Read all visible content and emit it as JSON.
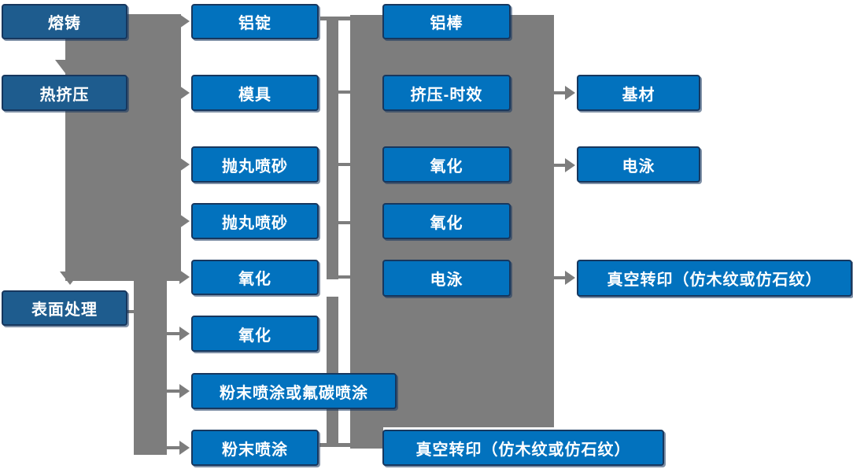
{
  "flowchart": {
    "col1": {
      "melting": "熔铸",
      "hot_extrusion": "热挤压",
      "surface_treatment": "表面处理"
    },
    "col2": {
      "aluminum_ingot": "铝锭",
      "mold": "模具",
      "shot_blasting_1": "抛丸喷砂",
      "shot_blasting_2": "抛丸喷砂",
      "oxidation_1": "氧化",
      "oxidation_2": "氧化",
      "powder_or_fluorocarbon_spraying": "粉末喷涂或氟碳喷涂",
      "powder_spraying": "粉末喷涂"
    },
    "col3": {
      "aluminum_rod": "铝棒",
      "extrusion_aging": "挤压-时效",
      "oxidation_1": "氧化",
      "oxidation_2": "氧化",
      "electrophoresis": "电泳",
      "vacuum_transfer": "真空转印（仿木纹或仿石纹）"
    },
    "col4": {
      "base_material": "基材",
      "electrophoresis": "电泳",
      "vacuum_transfer": "真空转印（仿木纹或仿石纹）"
    },
    "colors": {
      "stage_fill": "#1E5C8E",
      "node_fill": "#0272BE",
      "node_border": "#17375E",
      "connector_gray": "#7D7D7D",
      "text": "#FFFFFF",
      "background": "#FFFFFF"
    }
  }
}
